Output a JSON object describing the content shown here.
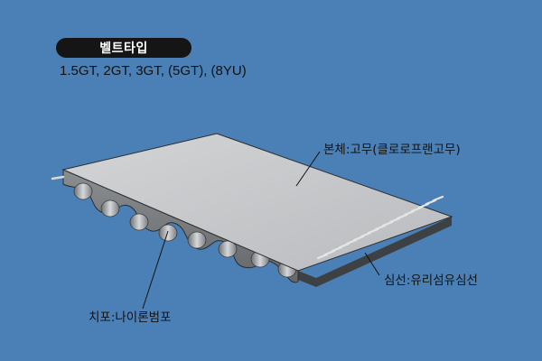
{
  "badge": {
    "title": "벨트타입"
  },
  "belt_types": "1.5GT, 2GT, 3GT, (5GT), (8YU)",
  "callouts": {
    "body": "본체:고무(클로로프랜고무)",
    "core": "심선:유리섬유심선",
    "fabric": "치포:나이론범포"
  },
  "colors": {
    "background": "#4a80b5",
    "belt_top": "#c7c9cb",
    "belt_side": "#7c7f82",
    "badge": "#151515"
  }
}
